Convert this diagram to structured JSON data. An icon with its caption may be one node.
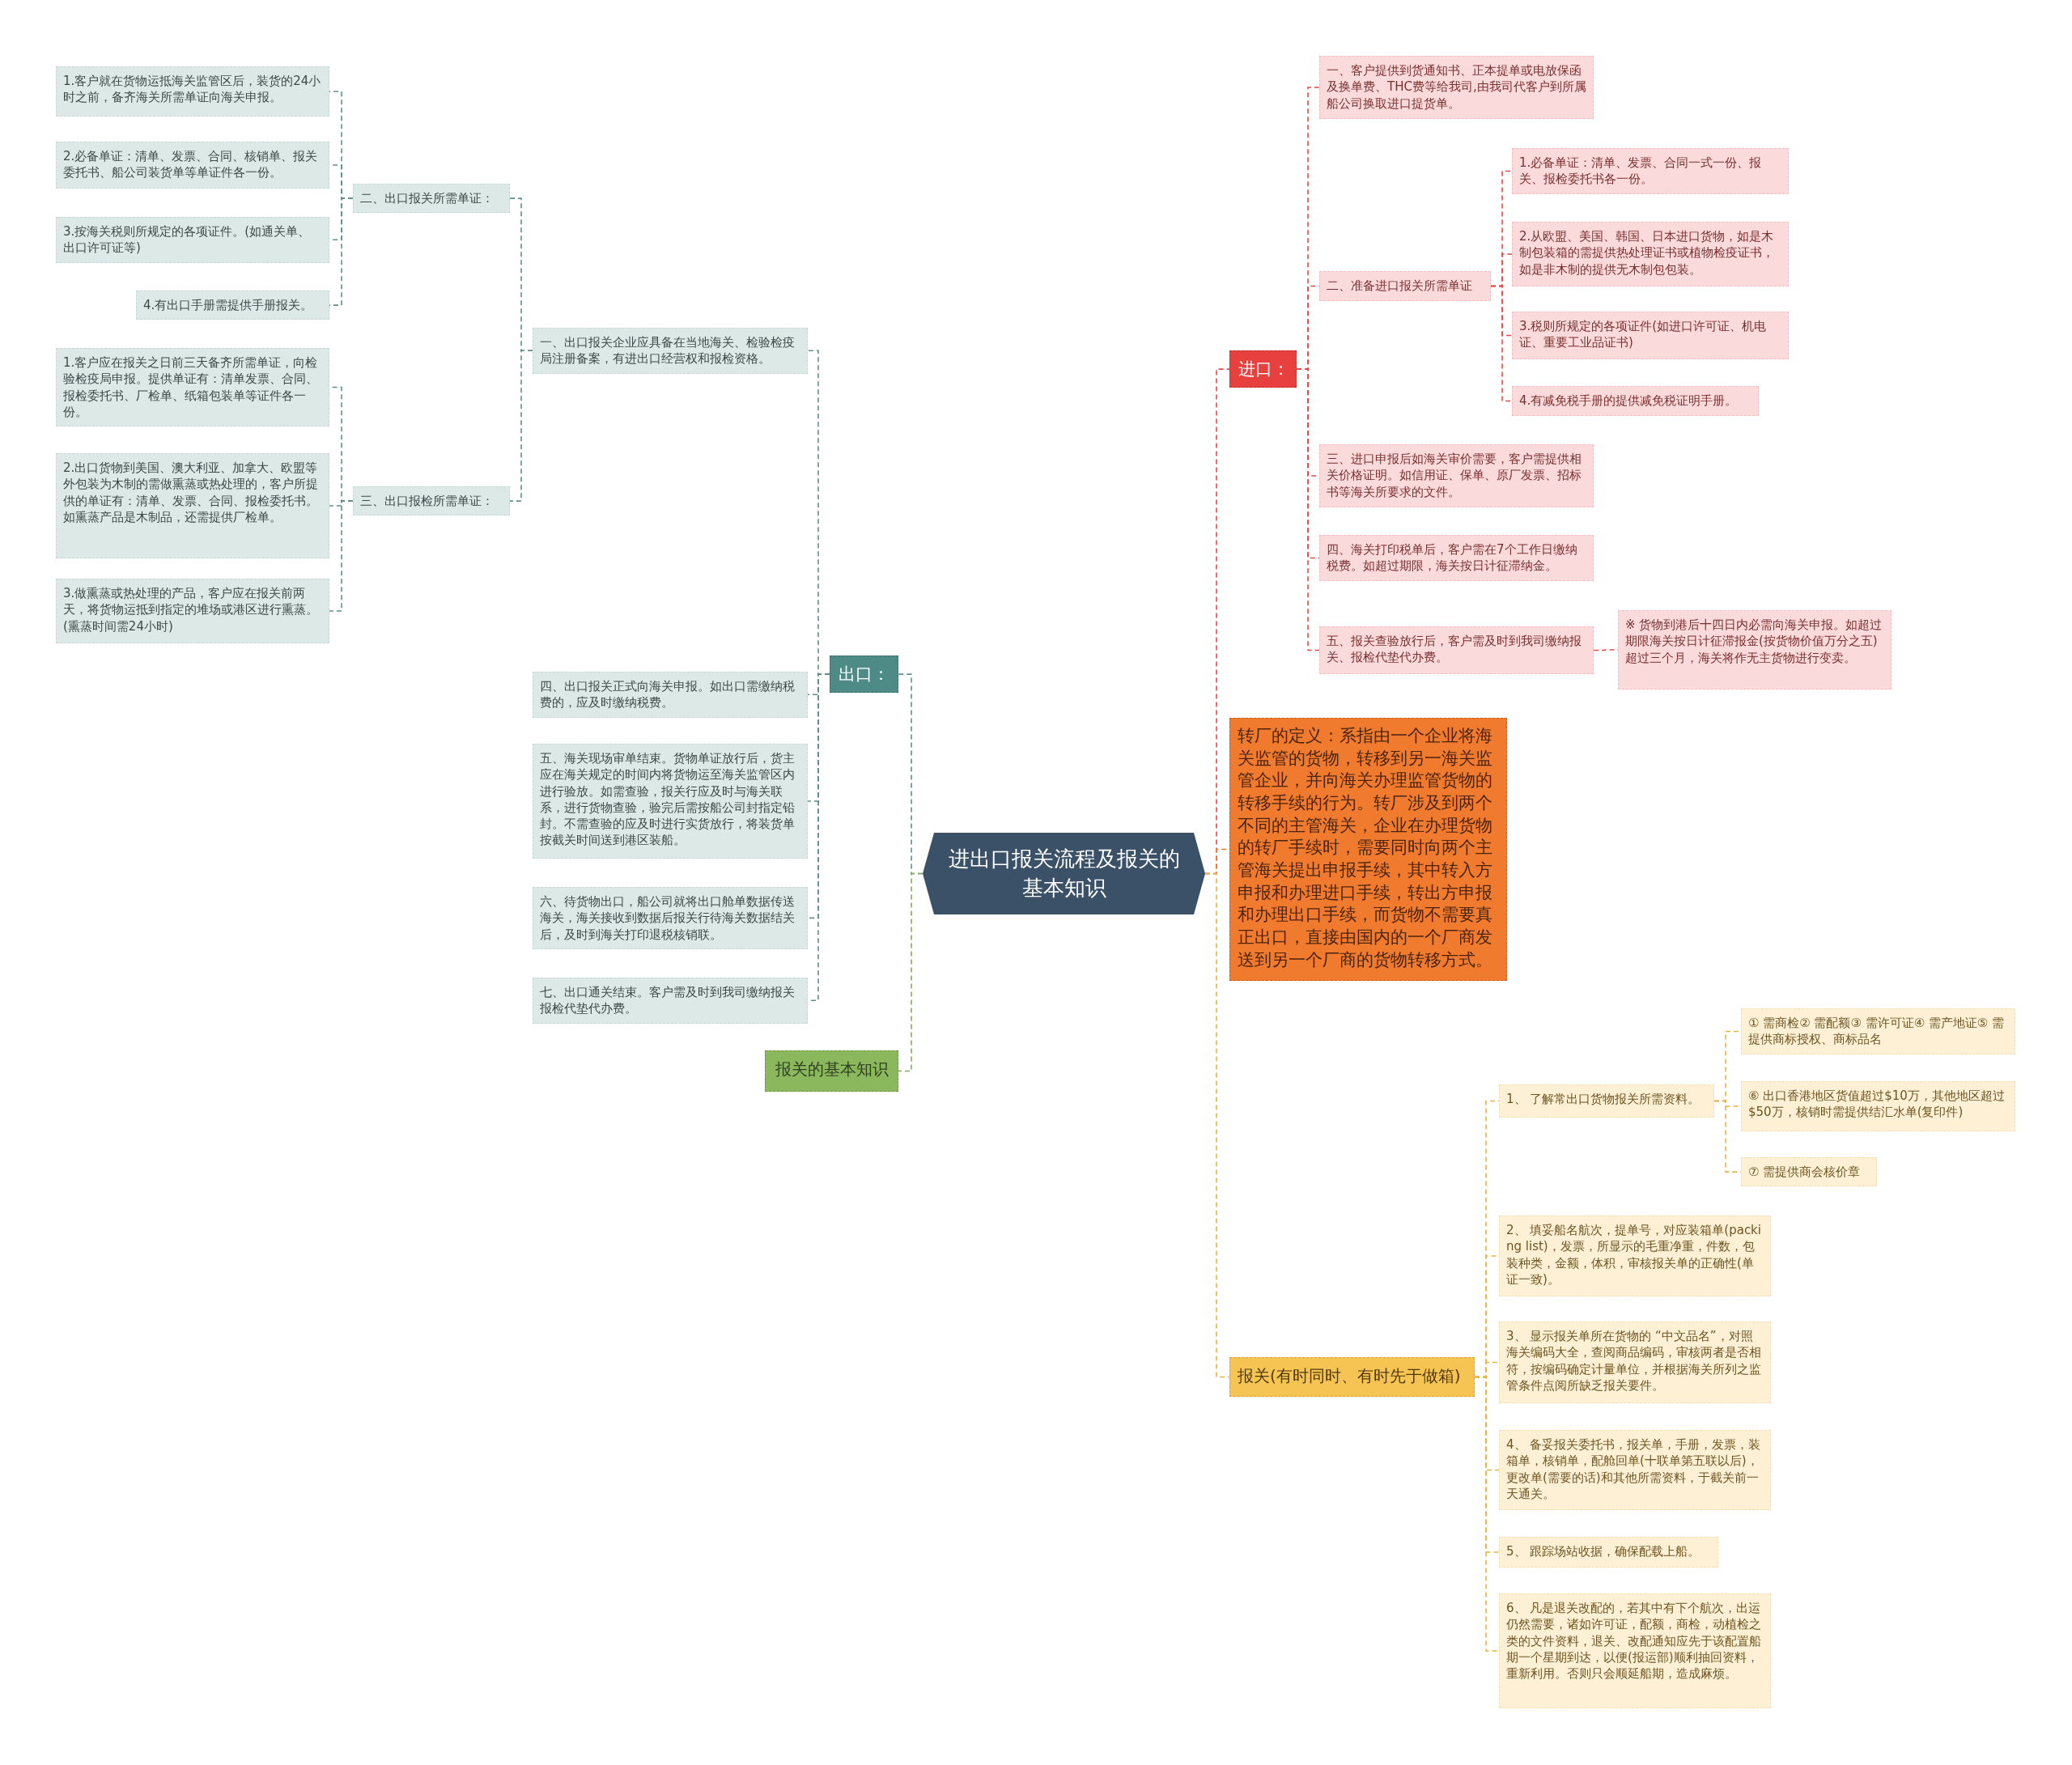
{
  "diagram": {
    "nodes": [
      {
        "text": [
          "进出口报关流程及报关的基本知识"
        ]
      },
      {
        "text": [
          "出口："
        ]
      },
      {
        "text": [
          "一、出口报关企业应具备在当地海关、检验检疫局注册备案，有进出口经营权和报检资格。"
        ]
      },
      {
        "text": [
          "二、出口报关所需单证："
        ]
      },
      {
        "text": [
          "1.客户就在货物运抵海关监管区后，装货的24小时之前，备齐海关所需单证向海关申报。"
        ]
      },
      {
        "text": [
          "2.必备单证：清单、发票、合同、核销单、报关委托书、船公司装货单等单证件各一份。"
        ]
      },
      {
        "text": [
          "3.按海关税则所规定的各项证件。(如通关单、出口许可证等)"
        ]
      },
      {
        "text": [
          "4.有出口手册需提供手册报关。"
        ]
      },
      {
        "text": [
          "三、出口报检所需单证："
        ]
      },
      {
        "text": [
          "1.客户应在报关之日前三天备齐所需单证，向检验检疫局申报。提供单证有：清单发票、合同、报检委托书、厂检单、纸箱包装单等证件各一份。"
        ]
      },
      {
        "text": [
          "2.出口货物到美国、澳大利亚、加拿大、欧盟等外包装为木制的需做熏蒸或热处理的，客户所提供的单证有：清单、发票、合同、报检委托书。如熏蒸产品是木制品，还需提供厂检单。"
        ]
      },
      {
        "text": [
          "3.做熏蒸或热处理的产品，客户应在报关前两天，将货物运抵到指定的堆场或港区进行熏蒸。(熏蒸时间需24小时)"
        ]
      },
      {
        "text": [
          "四、出口报关正式向海关申报。如出口需缴纳税费的，应及时缴纳税费。"
        ]
      },
      {
        "text": [
          "五、海关现场审单结束。货物单证放行后，货主应在海关规定的时间内将货物运至海关监管区内进行验放。如需查验，报关行应及时与海关联系，进行货物查验，验完后需按船公司封指定铅封。不需查验的应及时进行实货放行，将装货单按截关时间送到港区装船。"
        ]
      },
      {
        "text": [
          "六、待货物出口，船公司就将出口舱单数据传送海关，海关接收到数据后报关行待海关数据结关后，及时到海关打印退税核销联。"
        ]
      },
      {
        "text": [
          "七、出口通关结束。客户需及时到我司缴纳报关报检代垫代办费。"
        ]
      },
      {
        "text": [
          "报关的基本知识"
        ]
      },
      {
        "text": [
          "进口："
        ]
      },
      {
        "text": [
          "一、客户提供到货通知书、正本提单或电放保函及换单费、THC费等给我司,由我司代客户到所属船公司换取进口提货单。"
        ]
      },
      {
        "text": [
          "二、准备进口报关所需单证"
        ]
      },
      {
        "text": [
          "1.必备单证：清单、发票、合同一式一份、报关、报检委托书各一份。"
        ]
      },
      {
        "text": [
          "2.从欧盟、美国、韩国、日本进口货物，如是木制包装箱的需提供热处理证书或植物检疫证书，如是非木制的提供无木制包包装。"
        ]
      },
      {
        "text": [
          "3.税则所规定的各项证件(如进口许可证、机电证、重要工业品证书)"
        ]
      },
      {
        "text": [
          "4.有减免税手册的提供减免税证明手册。"
        ]
      },
      {
        "text": [
          "三、进口申报后如海关审价需要，客户需提供相关价格证明。如信用证、保单、原厂发票、招标书等海关所要求的文件。"
        ]
      },
      {
        "text": [
          "四、海关打印税单后，客户需在7个工作日缴纳税费。如超过期限，海关按日计征滞纳金。"
        ]
      },
      {
        "text": [
          "五、报关查验放行后，客户需及时到我司缴纳报关、报检代垫代办费。"
        ]
      },
      {
        "text": [
          "※ 货物到港后十四日内必需向海关申报。如超过期限海关按日计征滞报金(按货物价值万分之五)超过三个月，海关将作无主货物进行变卖。"
        ]
      },
      {
        "text": [
          "转厂的定义：系指由一个企业将海关监管的货物，转移到另一海关监管企业，并向海关办理监管货物的转移手续的行为。转厂涉及到两个不同的主管海关，企业在办理货物的转厂手续时，需要同时向两个主管海关提出申报手续，其中转入方申报和办理进口手续，转出方申报和办理出口手续，而货物不需要真正出口，直接由国内的一个厂商发送到另一个厂商的货物转移方式。"
        ]
      },
      {
        "text": [
          "报关(有时同时、有时先于做箱)"
        ]
      },
      {
        "text": [
          "1、 了解常出口货物报关所需资料。"
        ]
      },
      {
        "text": [
          "① 需商检② 需配额③ 需许可证④ 需产地证⑤ 需提供商标授权、商标品名"
        ]
      },
      {
        "text": [
          "⑥ 出口香港地区货值超过$10万，其他地区超过$50万，核销时需提供结汇水单(复印件)"
        ]
      },
      {
        "text": [
          "⑦ 需提供商会核价章"
        ]
      },
      {
        "text": [
          "2、 填妥船名航次，提单号，对应装箱单(packing list)，发票，所显示的毛重净重，件数，包装种类，金额，体积，审核报关单的正确性(单证一致)。"
        ]
      },
      {
        "text": [
          "3、 显示报关单所在货物的 “中文品名”，对照海关编码大全，查阅商品编码，审核两者是否相符，按编码确定计量单位，并根据海关所列之监管条件点阅所缺乏报关要件。"
        ]
      },
      {
        "text": [
          "4、 备妥报关委托书，报关单，手册，发票，装箱单，核销单，配舱回单(十联单第五联以后)，更改单(需要的话)和其他所需资料，于截关前一天通关。"
        ]
      },
      {
        "text": [
          "5、 跟踪场站收据，确保配载上船。"
        ]
      },
      {
        "text": [
          "6、 凡是退关改配的，若其中有下个航次，出运仍然需要，诸如许可证，配额，商检，动植检之类的文件资料，退关、改配通知应先于该配置船期一个星期到达，以便(报运部)顺利抽回资料，重新利用。否则只会顺延船期，造成麻烦。"
        ]
      }
    ],
    "edges": [
      {
        "from": 0,
        "to": 1,
        "arrow": "none",
        "style": "dashed",
        "color": "#5f8f89"
      },
      {
        "from": 0,
        "to": 16,
        "arrow": "none",
        "style": "dashed",
        "color": "#7fb05a"
      },
      {
        "from": 0,
        "to": 17,
        "arrow": "none",
        "style": "dashed",
        "color": "#e34a4a"
      },
      {
        "from": 0,
        "to": 28,
        "arrow": "none",
        "style": "dashed",
        "color": "#f07a2d"
      },
      {
        "from": 0,
        "to": 29,
        "arrow": "none",
        "style": "dashed",
        "color": "#e8b445"
      },
      {
        "from": 1,
        "to": 2,
        "arrow": "none",
        "style": "dashed",
        "color": "#5f8f89"
      },
      {
        "from": 2,
        "to": 3,
        "arrow": "none",
        "style": "dashed",
        "color": "#5f8f89"
      },
      {
        "from": 3,
        "to": 4,
        "arrow": "none",
        "style": "dashed",
        "color": "#5f8f89"
      },
      {
        "from": 3,
        "to": 5,
        "arrow": "none",
        "style": "dashed",
        "color": "#5f8f89"
      },
      {
        "from": 3,
        "to": 6,
        "arrow": "none",
        "style": "dashed",
        "color": "#5f8f89"
      },
      {
        "from": 3,
        "to": 7,
        "arrow": "none",
        "style": "dashed",
        "color": "#5f8f89"
      },
      {
        "from": 2,
        "to": 8,
        "arrow": "none",
        "style": "dashed",
        "color": "#5f8f89"
      },
      {
        "from": 8,
        "to": 9,
        "arrow": "none",
        "style": "dashed",
        "color": "#5f8f89"
      },
      {
        "from": 8,
        "to": 10,
        "arrow": "none",
        "style": "dashed",
        "color": "#5f8f89"
      },
      {
        "from": 8,
        "to": 11,
        "arrow": "none",
        "style": "dashed",
        "color": "#5f8f89"
      },
      {
        "from": 1,
        "to": 12,
        "arrow": "none",
        "style": "dashed",
        "color": "#5f8f89"
      },
      {
        "from": 1,
        "to": 13,
        "arrow": "none",
        "style": "dashed",
        "color": "#5f8f89"
      },
      {
        "from": 1,
        "to": 14,
        "arrow": "none",
        "style": "dashed",
        "color": "#5f8f89"
      },
      {
        "from": 1,
        "to": 15,
        "arrow": "none",
        "style": "dashed",
        "color": "#5f8f89"
      },
      {
        "from": 17,
        "to": 18,
        "arrow": "none",
        "style": "dashed",
        "color": "#e34a4a"
      },
      {
        "from": 17,
        "to": 19,
        "arrow": "none",
        "style": "dashed",
        "color": "#e34a4a"
      },
      {
        "from": 19,
        "to": 20,
        "arrow": "none",
        "style": "dashed",
        "color": "#e34a4a"
      },
      {
        "from": 19,
        "to": 21,
        "arrow": "none",
        "style": "dashed",
        "color": "#e34a4a"
      },
      {
        "from": 19,
        "to": 22,
        "arrow": "none",
        "style": "dashed",
        "color": "#e34a4a"
      },
      {
        "from": 19,
        "to": 23,
        "arrow": "none",
        "style": "dashed",
        "color": "#e34a4a"
      },
      {
        "from": 17,
        "to": 24,
        "arrow": "none",
        "style": "dashed",
        "color": "#e34a4a"
      },
      {
        "from": 17,
        "to": 25,
        "arrow": "none",
        "style": "dashed",
        "color": "#e34a4a"
      },
      {
        "from": 17,
        "to": 26,
        "arrow": "none",
        "style": "dashed",
        "color": "#e34a4a"
      },
      {
        "from": 26,
        "to": 27,
        "arrow": "none",
        "style": "dashed",
        "color": "#e34a4a"
      },
      {
        "from": 29,
        "to": 30,
        "arrow": "none",
        "style": "dashed",
        "color": "#e8b445"
      },
      {
        "from": 30,
        "to": 31,
        "arrow": "none",
        "style": "dashed",
        "color": "#e8b445"
      },
      {
        "from": 30,
        "to": 32,
        "arrow": "none",
        "style": "dashed",
        "color": "#e8b445"
      },
      {
        "from": 30,
        "to": 33,
        "arrow": "none",
        "style": "dashed",
        "color": "#e8b445"
      },
      {
        "from": 29,
        "to": 34,
        "arrow": "none",
        "style": "dashed",
        "color": "#e8b445"
      },
      {
        "from": 29,
        "to": 35,
        "arrow": "none",
        "style": "dashed",
        "color": "#e8b445"
      },
      {
        "from": 29,
        "to": 36,
        "arrow": "none",
        "style": "dashed",
        "color": "#e8b445"
      },
      {
        "from": 29,
        "to": 37,
        "arrow": "none",
        "style": "dashed",
        "color": "#e8b445"
      },
      {
        "from": 29,
        "to": 38,
        "arrow": "none",
        "style": "dashed",
        "color": "#e8b445"
      }
    ]
  }
}
